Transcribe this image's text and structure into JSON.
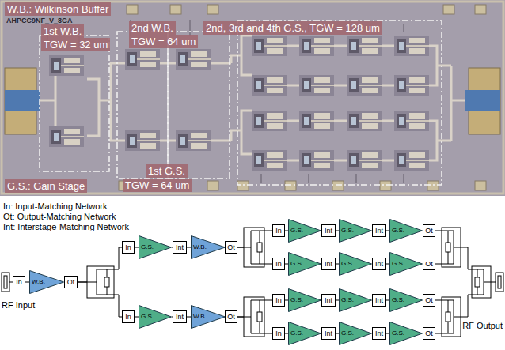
{
  "diagram": {
    "nodes": [
      {
        "text": [
          "In"
        ]
      },
      {
        "text": [
          "W.B."
        ]
      },
      {
        "text": [
          "Ot"
        ]
      },
      {
        "text": [
          "In"
        ]
      },
      {
        "text": [
          "G.S."
        ]
      },
      {
        "text": [
          "Int"
        ]
      },
      {
        "text": [
          "W.B."
        ]
      },
      {
        "text": [
          "Ot"
        ]
      },
      {
        "text": [
          "In"
        ]
      },
      {
        "text": [
          "G.S."
        ]
      },
      {
        "text": [
          "Int"
        ]
      },
      {
        "text": [
          "W.B."
        ]
      },
      {
        "text": [
          "Ot"
        ]
      },
      {
        "text": [
          "In"
        ]
      },
      {
        "text": [
          "G.S."
        ]
      },
      {
        "text": [
          "Int"
        ]
      },
      {
        "text": [
          "G.S."
        ]
      },
      {
        "text": [
          "Int"
        ]
      },
      {
        "text": [
          "G.S."
        ]
      },
      {
        "text": [
          "Ot"
        ]
      },
      {
        "text": [
          "In"
        ]
      },
      {
        "text": [
          "G.S."
        ]
      },
      {
        "text": [
          "Int"
        ]
      },
      {
        "text": [
          "G.S."
        ]
      },
      {
        "text": [
          "Int"
        ]
      },
      {
        "text": [
          "G.S."
        ]
      },
      {
        "text": [
          "Ot"
        ]
      },
      {
        "text": [
          "In"
        ]
      },
      {
        "text": [
          "G.S."
        ]
      },
      {
        "text": [
          "Int"
        ]
      },
      {
        "text": [
          "G.S."
        ]
      },
      {
        "text": [
          "Int"
        ]
      },
      {
        "text": [
          "G.S."
        ]
      },
      {
        "text": [
          "Ot"
        ]
      },
      {
        "text": [
          "In"
        ]
      },
      {
        "text": [
          "G.S."
        ]
      },
      {
        "text": [
          "Int"
        ]
      },
      {
        "text": [
          "G.S."
        ]
      },
      {
        "text": [
          "Int"
        ]
      },
      {
        "text": [
          "G.S."
        ]
      },
      {
        "text": [
          "Ot"
        ]
      }
    ],
    "edges": [
      {
        "from": 0,
        "to": 1,
        "arrow": "none"
      },
      {
        "from": 1,
        "to": 2,
        "arrow": "none"
      },
      {
        "from": 2,
        "to": 3,
        "arrow": "none"
      },
      {
        "from": 2,
        "to": 8,
        "arrow": "none"
      },
      {
        "from": 3,
        "to": 4,
        "arrow": "none"
      },
      {
        "from": 4,
        "to": 5,
        "arrow": "none"
      },
      {
        "from": 5,
        "to": 6,
        "arrow": "none"
      },
      {
        "from": 6,
        "to": 7,
        "arrow": "none"
      },
      {
        "from": 8,
        "to": 9,
        "arrow": "none"
      },
      {
        "from": 9,
        "to": 10,
        "arrow": "none"
      },
      {
        "from": 10,
        "to": 11,
        "arrow": "none"
      },
      {
        "from": 11,
        "to": 12,
        "arrow": "none"
      },
      {
        "from": 7,
        "to": 13,
        "arrow": "none"
      },
      {
        "from": 7,
        "to": 20,
        "arrow": "none"
      },
      {
        "from": 12,
        "to": 27,
        "arrow": "none"
      },
      {
        "from": 12,
        "to": 34,
        "arrow": "none"
      },
      {
        "from": 13,
        "to": 14,
        "arrow": "none"
      },
      {
        "from": 14,
        "to": 15,
        "arrow": "none"
      },
      {
        "from": 15,
        "to": 16,
        "arrow": "none"
      },
      {
        "from": 16,
        "to": 17,
        "arrow": "none"
      },
      {
        "from": 17,
        "to": 18,
        "arrow": "none"
      },
      {
        "from": 18,
        "to": 19,
        "arrow": "none"
      },
      {
        "from": 20,
        "to": 21,
        "arrow": "none"
      },
      {
        "from": 21,
        "to": 22,
        "arrow": "none"
      },
      {
        "from": 22,
        "to": 23,
        "arrow": "none"
      },
      {
        "from": 23,
        "to": 24,
        "arrow": "none"
      },
      {
        "from": 24,
        "to": 25,
        "arrow": "none"
      },
      {
        "from": 25,
        "to": 26,
        "arrow": "none"
      },
      {
        "from": 27,
        "to": 28,
        "arrow": "none"
      },
      {
        "from": 28,
        "to": 29,
        "arrow": "none"
      },
      {
        "from": 29,
        "to": 30,
        "arrow": "none"
      },
      {
        "from": 30,
        "to": 31,
        "arrow": "none"
      },
      {
        "from": 31,
        "to": 32,
        "arrow": "none"
      },
      {
        "from": 32,
        "to": 33,
        "arrow": "none"
      },
      {
        "from": 34,
        "to": 35,
        "arrow": "none"
      },
      {
        "from": 35,
        "to": 36,
        "arrow": "none"
      },
      {
        "from": 36,
        "to": 37,
        "arrow": "none"
      },
      {
        "from": 37,
        "to": 38,
        "arrow": "none"
      },
      {
        "from": 38,
        "to": 39,
        "arrow": "none"
      },
      {
        "from": 39,
        "to": 40,
        "arrow": "none"
      }
    ],
    "labels": [
      "W.B.: Wilkinson Buffer",
      "AHPCC9NF_V_8GA",
      "1st W.B.",
      "TGW = 32 um",
      "2nd W.B.",
      "TGW = 64 um",
      "2nd, 3rd and 4th G.S., TGW = 128 um",
      "G.S.: Gain Stage",
      "1st G.S.",
      "TGW = 64 um",
      "In: Input-Matching Network",
      "Ot: Output-Matching Network",
      "Int: Interstage-Matching Network",
      "RF Input",
      "RF Output"
    ]
  }
}
